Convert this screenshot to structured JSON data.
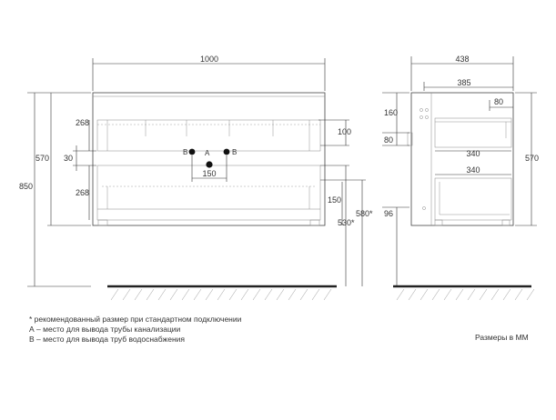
{
  "front_view": {
    "width": "1000",
    "top_drawer_height": "268",
    "bottom_drawer_height": "268",
    "drawer_gap": "30",
    "body_height": "570",
    "total_height": "850",
    "top_offset": "100",
    "pipe_spacing": "150",
    "lower_offset": "150",
    "pipe_label_b": "В",
    "pipe_label_a": "А",
    "mount_height_a": "580*",
    "mount_height_b": "530*"
  },
  "side_view": {
    "depth": "438",
    "inner_depth": "385",
    "top_right": "80",
    "top_height": "160",
    "left_small": "80",
    "upper_drawer_depth": "340",
    "lower_drawer_depth": "340",
    "side_height": "570",
    "bottom_height": "96"
  },
  "notes": {
    "line1": "* рекомендованный размер при стандартном подключении",
    "line2": "А – место для вывода трубы канализации",
    "line3": "В – место для вывода труб водоснабжения",
    "units": "Размеры в ММ"
  }
}
